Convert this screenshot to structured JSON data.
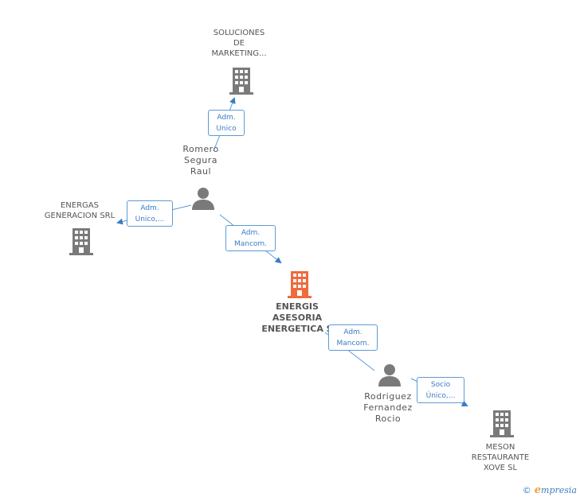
{
  "colors": {
    "building": "#7a7a7a",
    "main_building": "#f06a3c",
    "person": "#7a7a7a",
    "edge": "#5b9bd5",
    "label": "#555555"
  },
  "nodes": {
    "soluciones": {
      "lines": [
        "SOLUCIONES",
        "DE",
        "MARKETING..."
      ]
    },
    "romero": {
      "lines": [
        "Romero",
        "Segura",
        "Raul"
      ]
    },
    "energas": {
      "lines": [
        "ENERGAS",
        "GENERACION SRL"
      ]
    },
    "energis": {
      "lines": [
        "ENERGIS",
        "ASESORIA",
        "ENERGETICA S"
      ]
    },
    "rodriguez": {
      "lines": [
        "Rodriguez",
        "Fernandez",
        "Rocio"
      ]
    },
    "meson": {
      "lines": [
        "MESON",
        "RESTAURANTE",
        "XOVE SL"
      ]
    }
  },
  "relations": {
    "r1": {
      "lines": [
        "Adm.",
        "Unico"
      ]
    },
    "r2": {
      "lines": [
        "Adm.",
        "Unico,..."
      ]
    },
    "r3": {
      "lines": [
        "Adm.",
        "Mancom."
      ]
    },
    "r4": {
      "lines": [
        "Adm.",
        "Mancom."
      ]
    },
    "r5": {
      "lines": [
        "Socio",
        "Único,..."
      ]
    }
  },
  "footer": {
    "copyright": "©",
    "brand_first": "e",
    "brand_rest": "mpresia"
  }
}
